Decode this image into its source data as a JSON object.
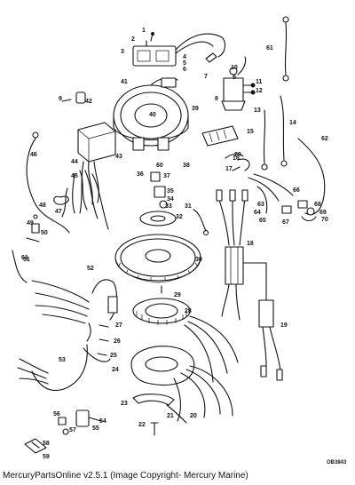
{
  "diagram": {
    "code": "OB3843",
    "caption": "MercuryPartsOnline v2.5.1 (Image Copyright- Mercury Marine)",
    "callouts": [
      "1",
      "2",
      "3",
      "4",
      "5",
      "6",
      "7",
      "8",
      "9",
      "9",
      "10",
      "11",
      "12",
      "13",
      "14",
      "15",
      "16",
      "17",
      "18",
      "19",
      "20",
      "20",
      "21",
      "22",
      "23",
      "24",
      "25",
      "26",
      "27",
      "28",
      "29",
      "30",
      "31",
      "32",
      "33",
      "34",
      "35",
      "36",
      "37",
      "38",
      "39",
      "40",
      "41",
      "42",
      "43",
      "44",
      "45",
      "46",
      "47",
      "48",
      "49",
      "50",
      "51",
      "52",
      "53",
      "54",
      "55",
      "56",
      "57",
      "58",
      "59",
      "60",
      "61",
      "61",
      "62",
      "63",
      "64",
      "65",
      "66",
      "67",
      "68",
      "69",
      "70"
    ]
  }
}
